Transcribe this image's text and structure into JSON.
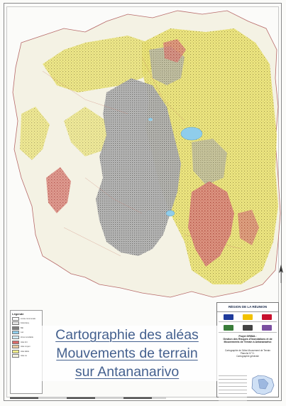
{
  "caption": {
    "line1": "Cartographie des aléas",
    "line2": "Mouvements de terrain",
    "line3": "sur Antananarivo"
  },
  "legend": {
    "title": "Légende",
    "items": [
      {
        "label": "Limite communale",
        "color": "#ffffff"
      },
      {
        "label": "Fokontany",
        "color": "#e6e6e6"
      },
      {
        "label": "Bâti",
        "color": "#7f7f7f"
      },
      {
        "label": "Lac",
        "color": "#8fcdeb"
      },
      {
        "label": "Zone inondable",
        "color": "#cfe8f3"
      },
      {
        "label": "Aléa fort",
        "color": "#d96a6a"
      },
      {
        "label": "Aléa moyen",
        "color": "#e8c9a0"
      },
      {
        "label": "Aléa faible",
        "color": "#f0ec88"
      },
      {
        "label": "Aléa nul",
        "color": "#f7f5e2"
      }
    ]
  },
  "cartouche": {
    "region": "RÉGION DE LA RÉUNION",
    "project_line1": "Projet GRIMA :",
    "project_line2": "Gestion des Risques d'Inondations et de",
    "project_line3": "Mouvements de Terrain à Antananarivo",
    "map_title1": "Cartographie de l'Aléa Mouvement de Terrain",
    "map_title2": "Planche N° 5 :",
    "map_title3": "Cartographie générale",
    "logo_colors": [
      "#1f3b9c",
      "#f2c200",
      "#3a7d3a",
      "#c8102e"
    ]
  },
  "colors": {
    "map_base": "#f4f2e4",
    "hazard_low": "#e9e26c",
    "hazard_high": "#d4706a",
    "built": "#8a8a8a",
    "lake": "#8fcdeb",
    "boundary": "#c25555"
  }
}
